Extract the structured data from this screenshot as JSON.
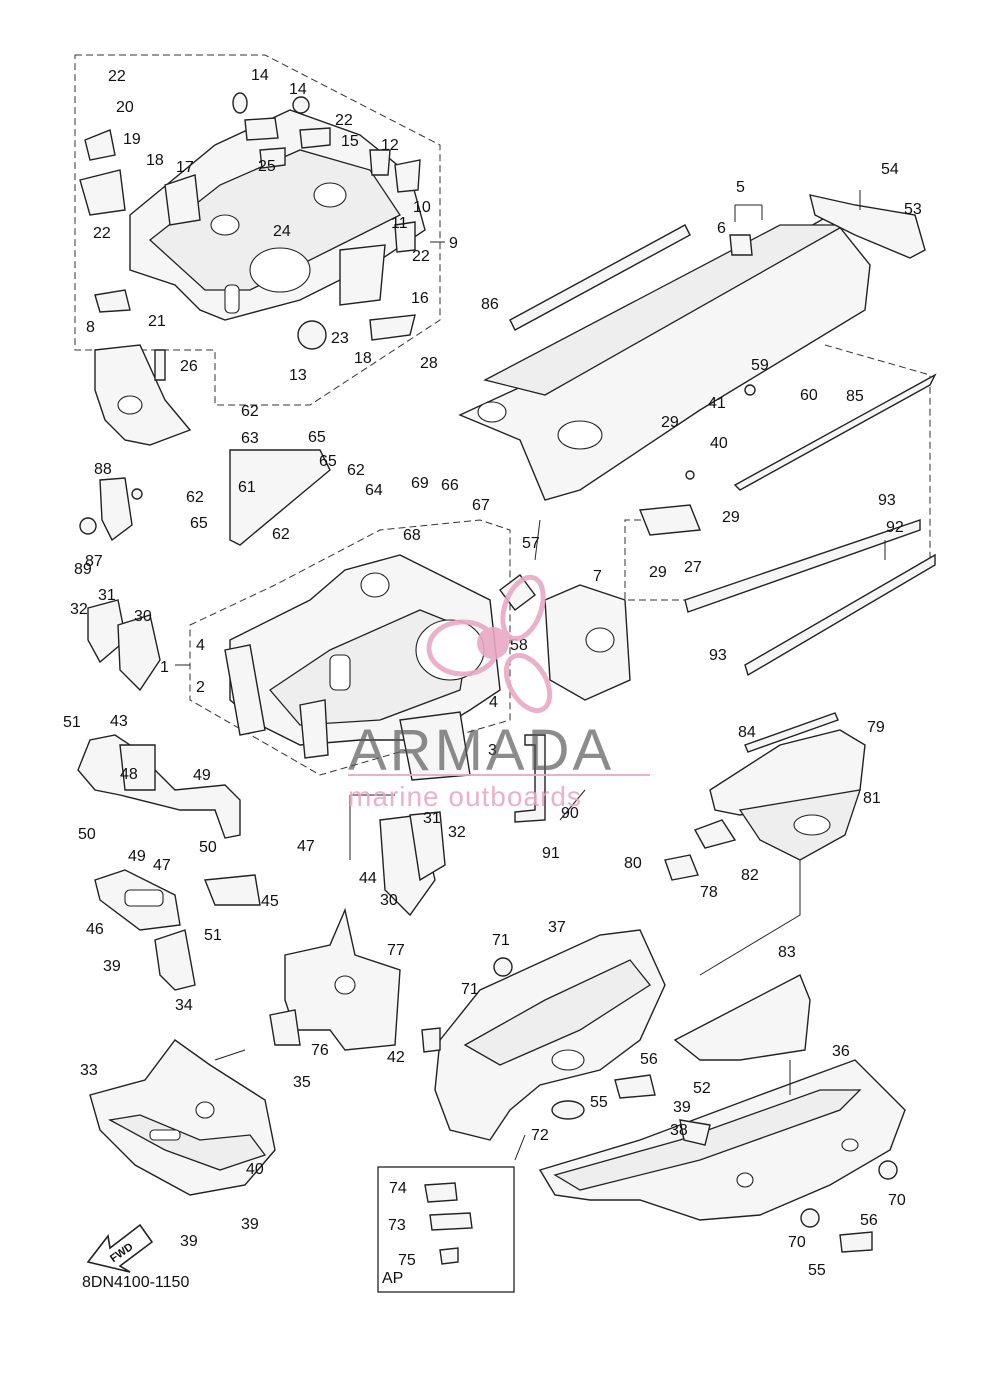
{
  "diagram_code": "8DN4100-1150",
  "fwd_label": "FWD",
  "inset_label": "AP",
  "watermark": {
    "brand": "ARMADA",
    "tagline": "marine outboards",
    "color": "#e9a9c6"
  },
  "callouts": [
    "1",
    "2",
    "3",
    "4",
    "5",
    "6",
    "7",
    "8",
    "9",
    "10",
    "11",
    "12",
    "13",
    "14",
    "15",
    "16",
    "17",
    "18",
    "19",
    "20",
    "21",
    "22",
    "23",
    "24",
    "25",
    "26",
    "27",
    "28",
    "29",
    "30",
    "31",
    "32",
    "33",
    "34",
    "35",
    "36",
    "37",
    "38",
    "39",
    "40",
    "41",
    "42",
    "43",
    "44",
    "45",
    "46",
    "47",
    "48",
    "49",
    "50",
    "51",
    "52",
    "53",
    "54",
    "55",
    "56",
    "57",
    "58",
    "59",
    "60",
    "61",
    "62",
    "63",
    "64",
    "65",
    "66",
    "67",
    "68",
    "69",
    "70",
    "71",
    "72",
    "73",
    "74",
    "75",
    "76",
    "77",
    "78",
    "79",
    "80",
    "81",
    "82",
    "83",
    "84",
    "85",
    "86",
    "87",
    "88",
    "89",
    "90",
    "91",
    "92",
    "93"
  ]
}
